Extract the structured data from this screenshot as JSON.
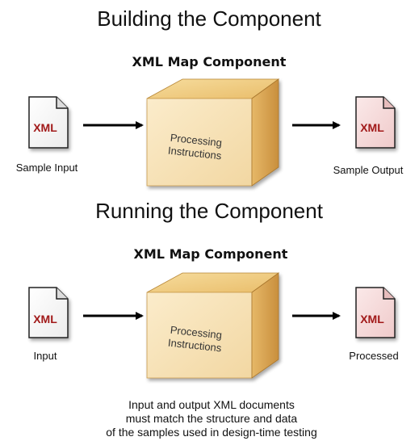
{
  "sections": [
    {
      "heading": "Building the Component",
      "subheading": "XML Map Component",
      "input": {
        "doc_label": "XML",
        "caption": "Sample Input"
      },
      "processor": {
        "line1": "Processing",
        "line2": "Instructions"
      },
      "output": {
        "doc_label": "XML",
        "caption": "Sample Output"
      }
    },
    {
      "heading": "Running the Component",
      "subheading": "XML Map Component",
      "input": {
        "doc_label": "XML",
        "caption": "Input"
      },
      "processor": {
        "line1": "Processing",
        "line2": "Instructions"
      },
      "output": {
        "doc_label": "XML",
        "caption": "Processed"
      }
    }
  ],
  "footnote": {
    "line1": "Input and output XML documents",
    "line2": "must match the structure and data",
    "line3": "of the samples used in design-time testing"
  },
  "colors": {
    "xml_text": "#a11919",
    "input_doc_fill": "#ffffff",
    "output_doc_fill": "#f6dcdc",
    "box_top": "#f0ce83",
    "box_front": "#f8e6bd",
    "box_side": "#e0ad58"
  }
}
